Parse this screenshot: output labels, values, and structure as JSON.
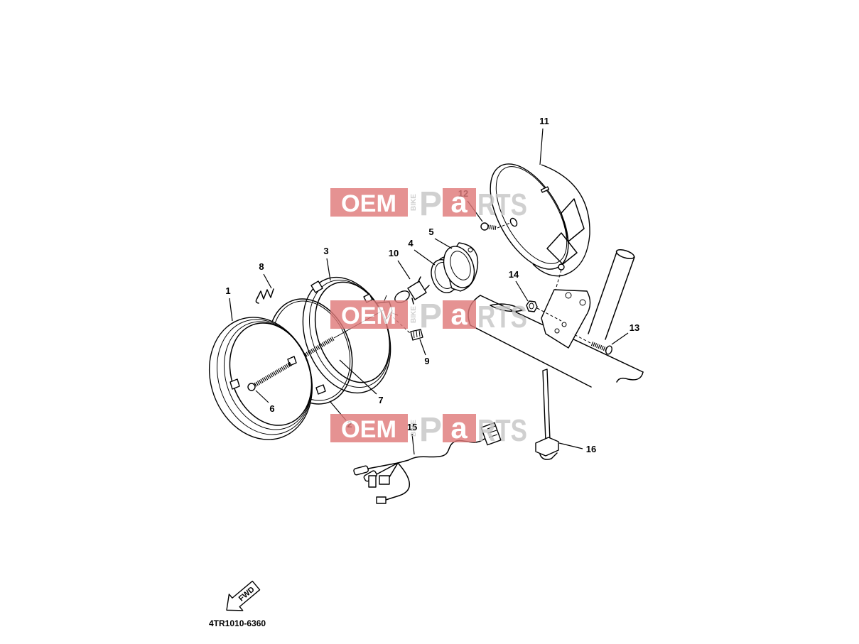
{
  "diagram": {
    "callouts": {
      "c1": "1",
      "c2": "2",
      "c3": "3",
      "c4": "4",
      "c5": "5",
      "c6": "6",
      "c7": "7",
      "c8": "8",
      "c9": "9",
      "c10": "10",
      "c11": "11",
      "c12": "12",
      "c13": "13",
      "c14": "14",
      "c15": "15",
      "c16": "16"
    },
    "fwd_label": "FWD",
    "part_code": "4TR1010-6360"
  },
  "watermark": {
    "oem": "OEM",
    "bike": "BIKE",
    "p": "P",
    "a": "a",
    "rts": "RTS"
  },
  "colors": {
    "line": "#000000",
    "background": "#ffffff",
    "watermark_red": "#e07b7b",
    "watermark_gray": "#c6c6c6"
  }
}
